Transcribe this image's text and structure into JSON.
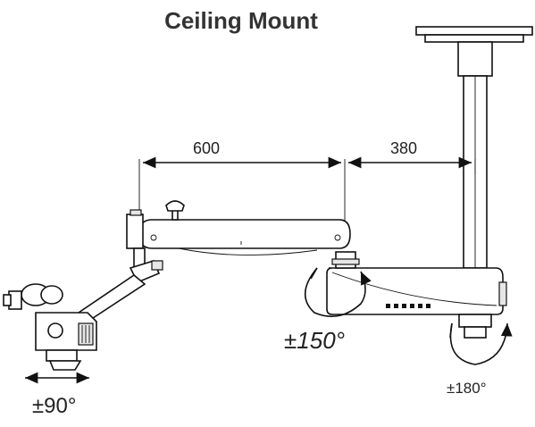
{
  "diagram": {
    "title": "Ceiling Mount",
    "dimensions": {
      "arm_length": "600",
      "offset_length": "380"
    },
    "rotations": {
      "arm": "±150°",
      "column": "±180°",
      "head": "±90°"
    }
  }
}
